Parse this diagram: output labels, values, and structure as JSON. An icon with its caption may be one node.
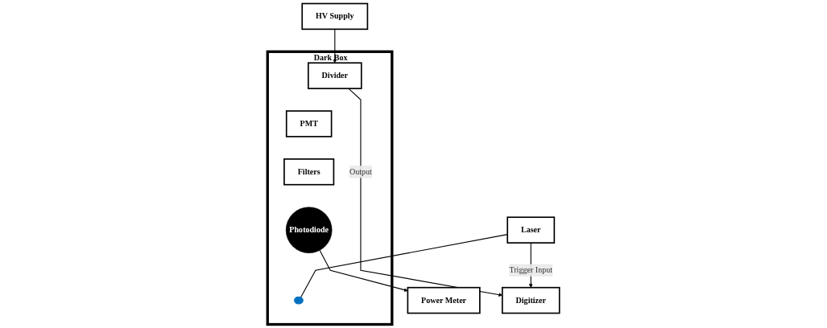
{
  "diagram": {
    "nodes": [
      {
        "text": [
          "HV Supply"
        ]
      },
      {
        "text": [
          "Dark Box"
        ]
      },
      {
        "text": [
          "Divider"
        ],
        "in": 1
      },
      {
        "text": [
          "PMT"
        ],
        "in": 1
      },
      {
        "text": [
          "Filters"
        ],
        "in": 1
      },
      {
        "text": [
          "Photodiode"
        ],
        "in": 1
      },
      {
        "text": [],
        "shape": "bar",
        "in": 1
      },
      {
        "text": [
          "Laser"
        ]
      },
      {
        "text": [
          "Power Meter"
        ]
      },
      {
        "text": [
          "Digitizer"
        ]
      }
    ],
    "edges": [
      {
        "from": 0,
        "to": 2,
        "arrow": "to"
      },
      {
        "from": 2,
        "to": 9,
        "arrow": "to",
        "label": "Output"
      },
      {
        "from": 5,
        "to": 8,
        "arrow": "to"
      },
      {
        "from": 7,
        "to": 6,
        "arrow": "none"
      },
      {
        "from": 7,
        "to": 9,
        "arrow": "to",
        "label": "Trigger Input"
      }
    ]
  }
}
